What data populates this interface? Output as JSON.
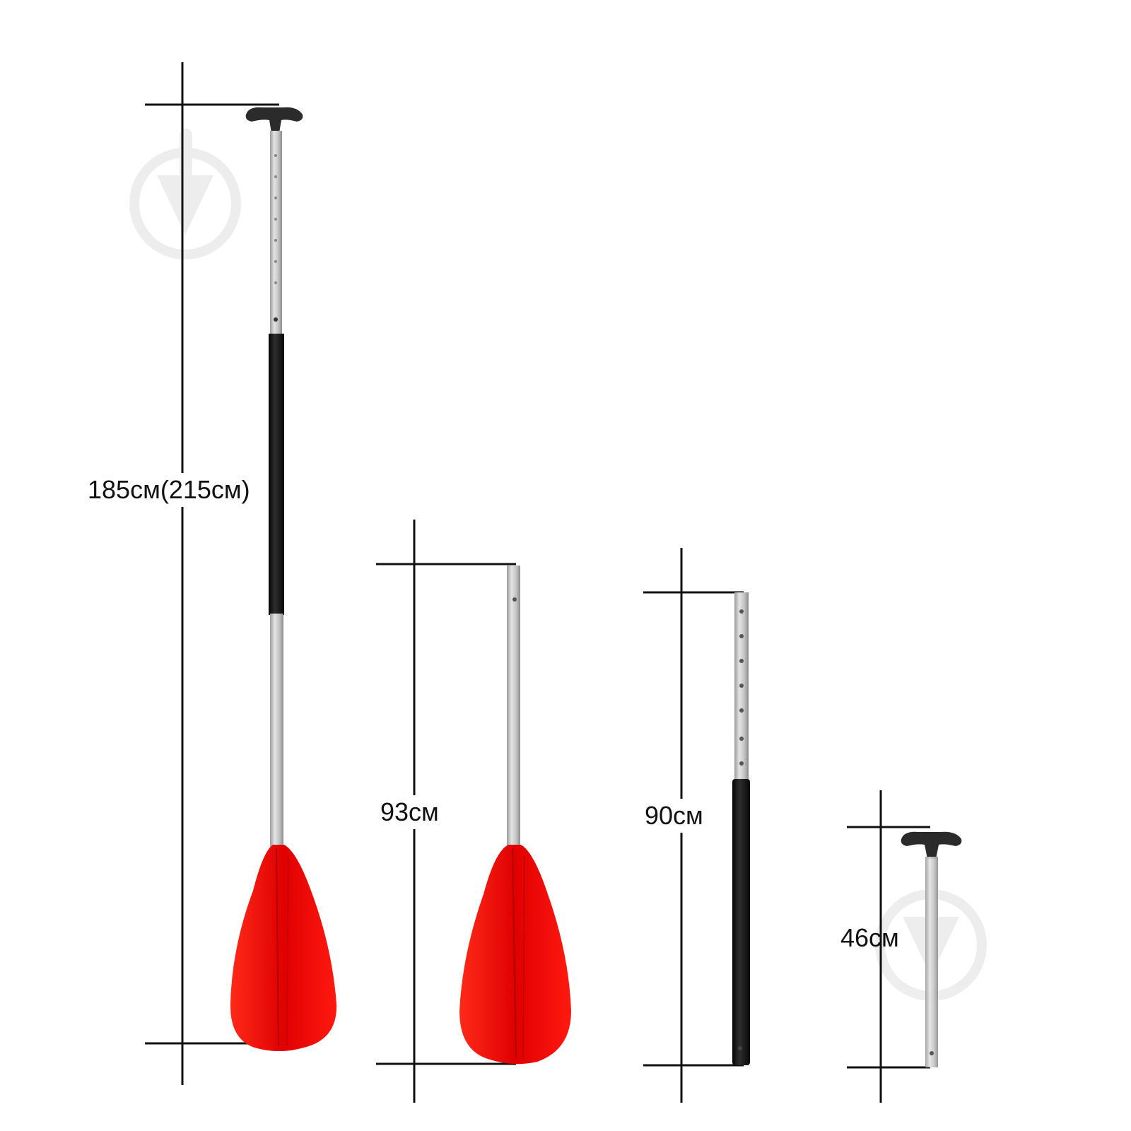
{
  "measurements": {
    "full_paddle": "185см(215см)",
    "blade_section": "93см",
    "middle_section": "90см",
    "handle_section": "46см"
  },
  "colors": {
    "blade": "#ff0a0a",
    "blade_shadow": "#d80000",
    "shaft": "#c8c8c8",
    "grip": "#1a1a1a",
    "handle": "#2b2b2b",
    "dimension_line": "#111111",
    "watermark": "#e6e6e6"
  },
  "icons": {
    "watermark": "download-arrow-watermark-icon"
  }
}
